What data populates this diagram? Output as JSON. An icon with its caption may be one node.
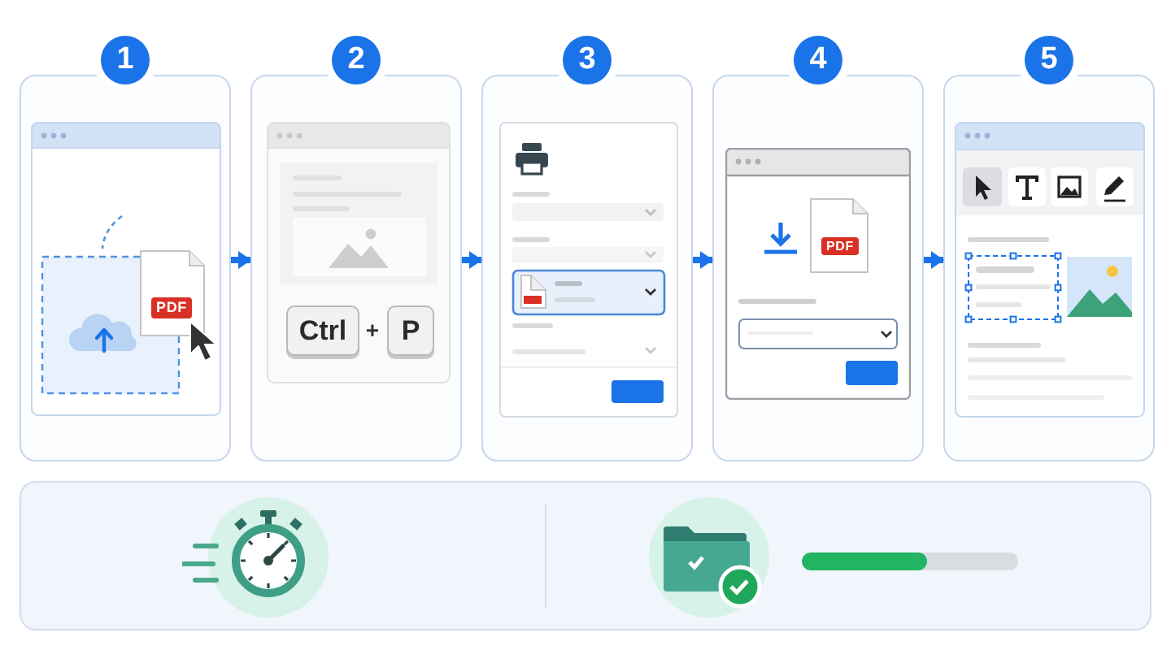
{
  "diagram": {
    "nodes": [
      {
        "text": [
          "1",
          "PDF"
        ]
      },
      {
        "text": [
          "2",
          "Ctrl",
          "+",
          "P"
        ]
      },
      {
        "text": [
          "3"
        ]
      },
      {
        "text": [
          "4",
          "PDF"
        ]
      },
      {
        "text": [
          "5"
        ]
      }
    ],
    "edges": [
      {
        "from": 0,
        "to": 1,
        "arrow": "to"
      },
      {
        "from": 1,
        "to": 2,
        "arrow": "to"
      },
      {
        "from": 2,
        "to": 3,
        "arrow": "to"
      },
      {
        "from": 3,
        "to": 4,
        "arrow": "to"
      }
    ]
  }
}
